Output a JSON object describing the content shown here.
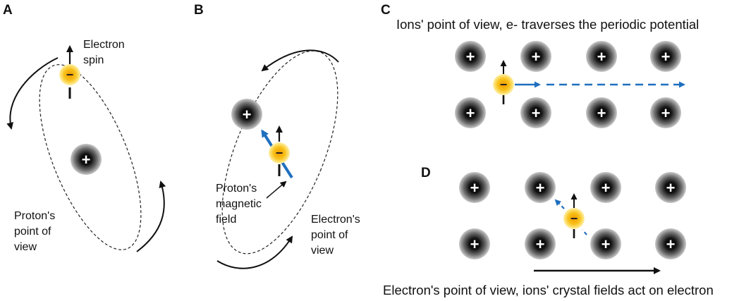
{
  "panels": {
    "a": {
      "letter": "A",
      "spin_label": [
        "Electron",
        "spin"
      ],
      "view_label": [
        "Proton's",
        "point of",
        "view"
      ]
    },
    "b": {
      "letter": "B",
      "field_label": [
        "Proton's",
        "magnetic",
        "field"
      ],
      "view_label": [
        "Electron's",
        "point of",
        "view"
      ]
    },
    "c": {
      "letter": "C",
      "caption": "Ions' point of view, e- traverses the periodic potential"
    },
    "d": {
      "letter": "D",
      "caption": "Electron's point of view, ions' crystal fields act on electron"
    }
  },
  "symbols": {
    "ion": "+",
    "electron": "−"
  },
  "colors": {
    "electron_fill": "#f5b400",
    "electron_glow": "#ffe680",
    "ion_core": "#000000",
    "ion_edge": "#bdbdbd",
    "field_arrow": "#1f6fbf",
    "ink": "#111111"
  }
}
